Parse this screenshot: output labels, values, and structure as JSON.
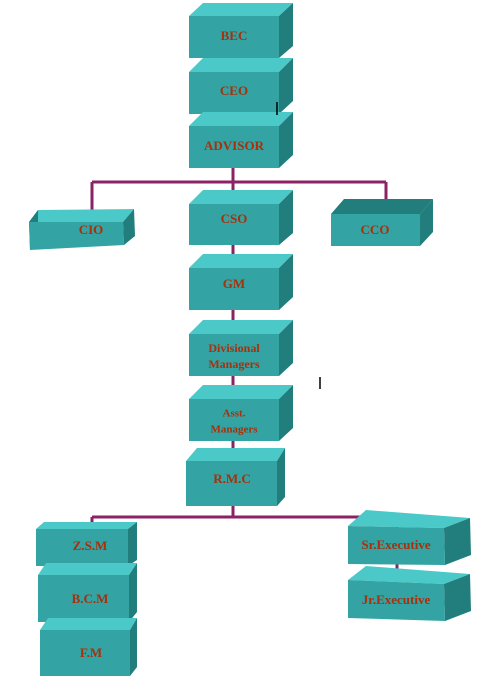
{
  "chart": {
    "nodes": {
      "bec": "BEC",
      "ceo": "CEO",
      "advisor": "ADVISOR",
      "cio": "CIO",
      "cso": "CSO",
      "cco": "CCO",
      "gm": "GM",
      "div_l1": "Divisional",
      "div_l2": "Managers",
      "asst_l1": "Asst.",
      "asst_l2": "Managers",
      "rmc": "R.M.C",
      "zsm": "Z.S.M",
      "bcm": "B.C.M",
      "fm": "F.M",
      "sr_exec": "Sr.Executive",
      "jr_exec": "Jr.Executive"
    }
  },
  "colors": {
    "box_front": "#33a3a3",
    "box_top": "#4bc8c8",
    "box_side": "#227d7d",
    "text": "#a8300a",
    "connector": "#8c2266"
  }
}
